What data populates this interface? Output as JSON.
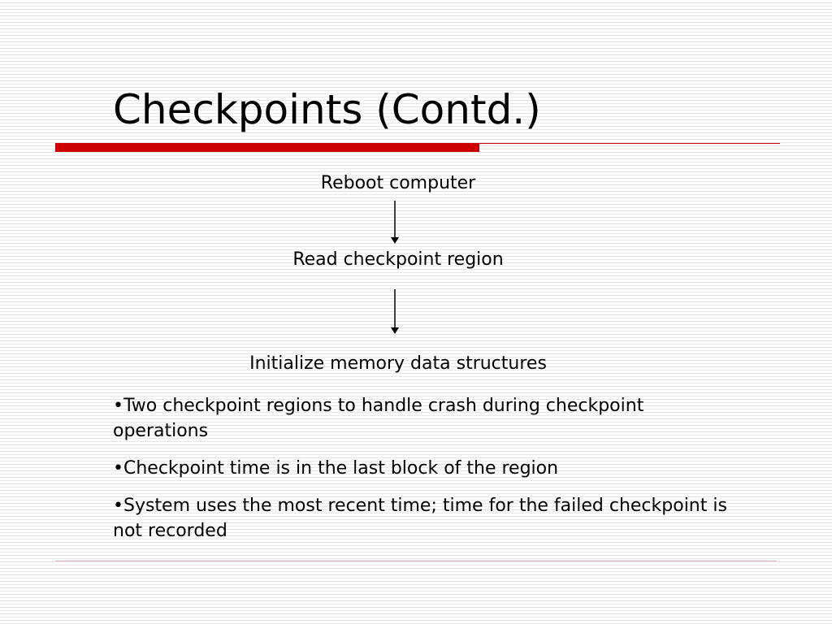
{
  "slide": {
    "title": "Checkpoints (Contd.)",
    "flow": [
      "Reboot computer",
      "Read checkpoint region",
      "Initialize memory data structures"
    ],
    "bullets": [
      "•Two checkpoint regions to handle crash during checkpoint operations",
      "•Checkpoint time is in the last block of the region",
      "•System uses the most recent time; time for the failed checkpoint is not recorded"
    ]
  },
  "colors": {
    "accent": "#cc0000",
    "text": "#000000",
    "stripe": "#e9e9e9"
  }
}
